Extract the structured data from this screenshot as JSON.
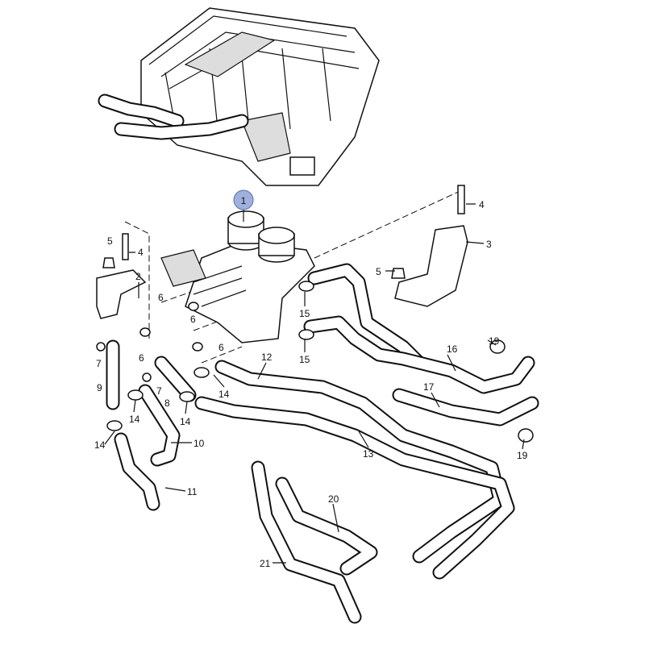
{
  "diagram": {
    "highlight_color": "#9fb0dc",
    "callouts": [
      {
        "id": "c1",
        "text": "1",
        "highlighted": true
      },
      {
        "id": "c4a",
        "text": "4"
      },
      {
        "id": "c3",
        "text": "3"
      },
      {
        "id": "c5a",
        "text": "5"
      },
      {
        "id": "c4b",
        "text": "4"
      },
      {
        "id": "c5b",
        "text": "5"
      },
      {
        "id": "c2",
        "text": "2"
      },
      {
        "id": "c6a",
        "text": "6"
      },
      {
        "id": "c6b",
        "text": "6"
      },
      {
        "id": "c6c",
        "text": "6"
      },
      {
        "id": "c6d",
        "text": "6"
      },
      {
        "id": "c7a",
        "text": "7"
      },
      {
        "id": "c7b",
        "text": "7"
      },
      {
        "id": "c8",
        "text": "8"
      },
      {
        "id": "c9",
        "text": "9"
      },
      {
        "id": "c10",
        "text": "10"
      },
      {
        "id": "c11",
        "text": "11"
      },
      {
        "id": "c12",
        "text": "12"
      },
      {
        "id": "c13",
        "text": "13"
      },
      {
        "id": "c14a",
        "text": "14"
      },
      {
        "id": "c14b",
        "text": "14"
      },
      {
        "id": "c14c",
        "text": "14"
      },
      {
        "id": "c14d",
        "text": "14"
      },
      {
        "id": "c15a",
        "text": "15"
      },
      {
        "id": "c15b",
        "text": "15"
      },
      {
        "id": "c16",
        "text": "16"
      },
      {
        "id": "c17",
        "text": "17"
      },
      {
        "id": "c19a",
        "text": "19"
      },
      {
        "id": "c19b",
        "text": "19"
      },
      {
        "id": "c20",
        "text": "20"
      },
      {
        "id": "c21",
        "text": "21"
      }
    ]
  }
}
